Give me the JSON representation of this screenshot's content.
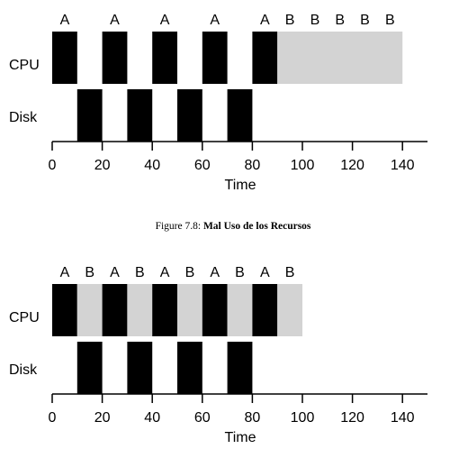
{
  "caption": {
    "prefix": "Figure 7.8: ",
    "title": "Mal Uso de los Recursos"
  },
  "chart_data": [
    {
      "type": "timeline",
      "rows": [
        "CPU",
        "Disk"
      ],
      "xlabel": "Time",
      "xlim": [
        0,
        140
      ],
      "xticks": [
        0,
        20,
        40,
        60,
        80,
        100,
        120,
        140
      ],
      "colors": {
        "A": "#000000",
        "B": "#d3d3d3"
      },
      "segments": {
        "CPU": [
          {
            "start": 0,
            "end": 10,
            "job": "A"
          },
          {
            "start": 20,
            "end": 30,
            "job": "A"
          },
          {
            "start": 40,
            "end": 50,
            "job": "A"
          },
          {
            "start": 60,
            "end": 70,
            "job": "A"
          },
          {
            "start": 80,
            "end": 90,
            "job": "A"
          },
          {
            "start": 90,
            "end": 140,
            "job": "B"
          }
        ],
        "Disk": [
          {
            "start": 10,
            "end": 20,
            "job": "A"
          },
          {
            "start": 30,
            "end": 40,
            "job": "A"
          },
          {
            "start": 50,
            "end": 60,
            "job": "A"
          },
          {
            "start": 70,
            "end": 80,
            "job": "A"
          }
        ]
      },
      "top_labels": [
        {
          "x": 5,
          "text": "A"
        },
        {
          "x": 25,
          "text": "A"
        },
        {
          "x": 45,
          "text": "A"
        },
        {
          "x": 65,
          "text": "A"
        },
        {
          "x": 85,
          "text": "A"
        },
        {
          "x": 95,
          "text": "B"
        },
        {
          "x": 105,
          "text": "B"
        },
        {
          "x": 115,
          "text": "B"
        },
        {
          "x": 125,
          "text": "B"
        },
        {
          "x": 135,
          "text": "B"
        }
      ]
    },
    {
      "type": "timeline",
      "rows": [
        "CPU",
        "Disk"
      ],
      "xlabel": "Time",
      "xlim": [
        0,
        140
      ],
      "xticks": [
        0,
        20,
        40,
        60,
        80,
        100,
        120,
        140
      ],
      "colors": {
        "A": "#000000",
        "B": "#d3d3d3"
      },
      "segments": {
        "CPU": [
          {
            "start": 0,
            "end": 10,
            "job": "A"
          },
          {
            "start": 10,
            "end": 20,
            "job": "B"
          },
          {
            "start": 20,
            "end": 30,
            "job": "A"
          },
          {
            "start": 30,
            "end": 40,
            "job": "B"
          },
          {
            "start": 40,
            "end": 50,
            "job": "A"
          },
          {
            "start": 50,
            "end": 60,
            "job": "B"
          },
          {
            "start": 60,
            "end": 70,
            "job": "A"
          },
          {
            "start": 70,
            "end": 80,
            "job": "B"
          },
          {
            "start": 80,
            "end": 90,
            "job": "A"
          },
          {
            "start": 90,
            "end": 100,
            "job": "B"
          }
        ],
        "Disk": [
          {
            "start": 10,
            "end": 20,
            "job": "A"
          },
          {
            "start": 30,
            "end": 40,
            "job": "A"
          },
          {
            "start": 50,
            "end": 60,
            "job": "A"
          },
          {
            "start": 70,
            "end": 80,
            "job": "A"
          }
        ]
      },
      "top_labels": [
        {
          "x": 5,
          "text": "A"
        },
        {
          "x": 15,
          "text": "B"
        },
        {
          "x": 25,
          "text": "A"
        },
        {
          "x": 35,
          "text": "B"
        },
        {
          "x": 45,
          "text": "A"
        },
        {
          "x": 55,
          "text": "B"
        },
        {
          "x": 65,
          "text": "A"
        },
        {
          "x": 75,
          "text": "B"
        },
        {
          "x": 85,
          "text": "A"
        },
        {
          "x": 95,
          "text": "B"
        }
      ]
    }
  ]
}
